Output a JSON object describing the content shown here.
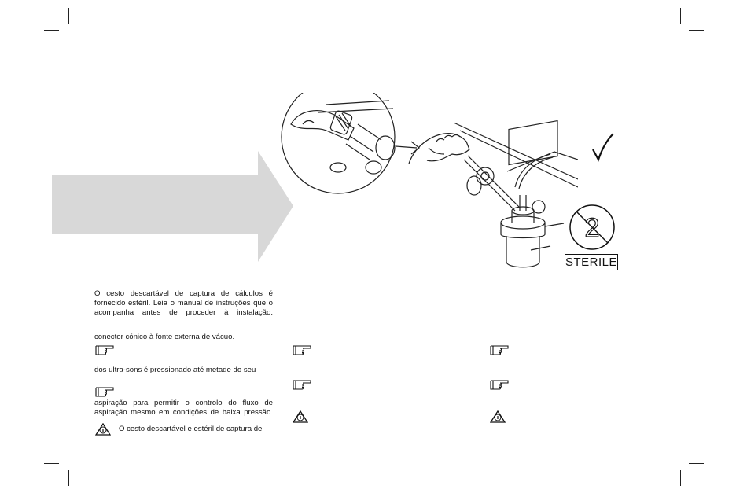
{
  "intro_text": "O cesto descartável de captura de cálculos é fornecido estéril. Leia o manual de instruções que o acompanha antes de proceder à instalação.",
  "col1": {
    "line_a": "conector cónico à fonte externa de vácuo.",
    "line_b": "dos ultra-sons é pressionado até metade do seu",
    "para_c": "aspiração para permitir o controlo do fluxo de aspiração mesmo em condições de baixa pressão.",
    "line_d": "O cesto descartável e estéril de captura de"
  },
  "illustration": {
    "sterile_label": "STERILE",
    "reuse_symbol_number": "2"
  },
  "icons": {
    "note": "pointing-hand-note-icon",
    "warning": "warning-triangle-icon",
    "check": "checkmark-icon"
  }
}
